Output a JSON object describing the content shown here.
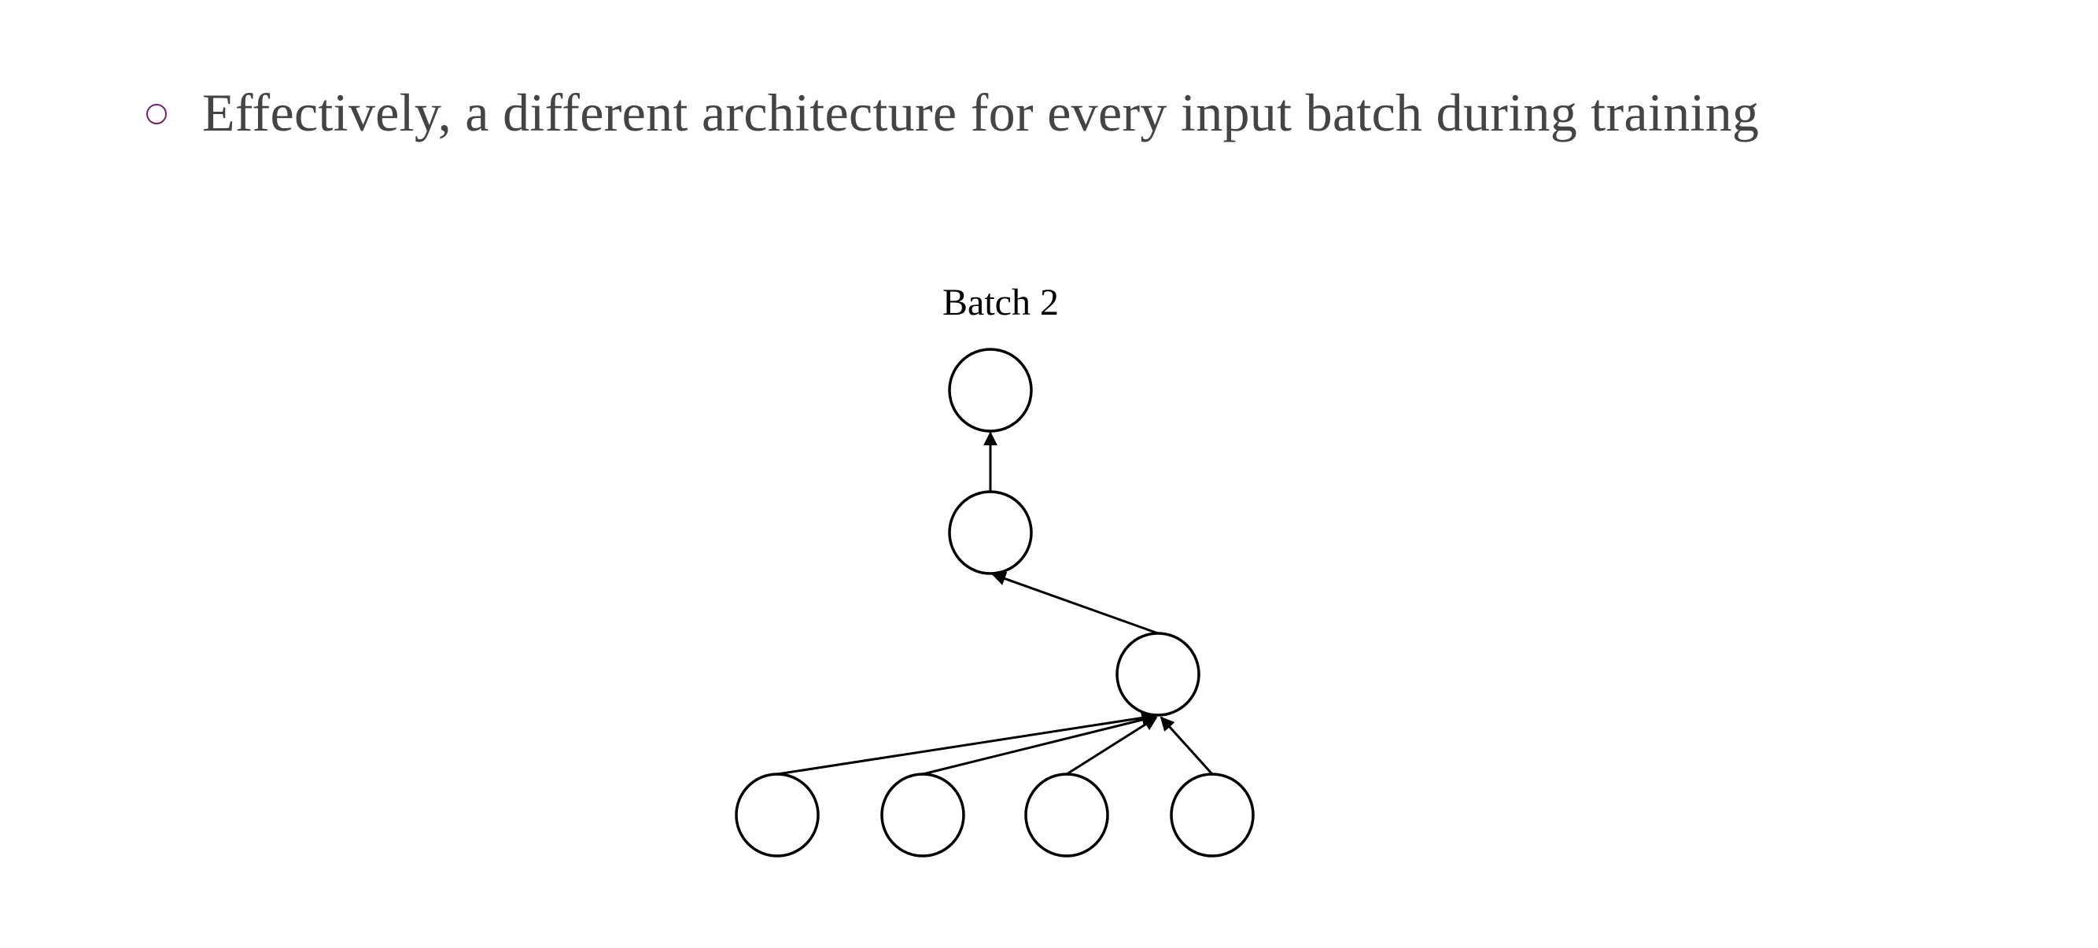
{
  "slide": {
    "bullet_text": "Effectively, a different architecture for every input batch during training",
    "bullet_icon": "hollow-circle-bullet",
    "bullet_color": "#7a1f6e"
  },
  "diagram": {
    "label": "Batch 2",
    "nodes": [
      "output",
      "hidden-2",
      "hidden-1",
      "input-1",
      "input-2",
      "input-3",
      "input-4"
    ],
    "edges": [
      [
        "hidden-2",
        "output"
      ],
      [
        "hidden-1",
        "hidden-2"
      ],
      [
        "input-1",
        "hidden-1"
      ],
      [
        "input-2",
        "hidden-1"
      ],
      [
        "input-3",
        "hidden-1"
      ],
      [
        "input-4",
        "hidden-1"
      ]
    ]
  }
}
